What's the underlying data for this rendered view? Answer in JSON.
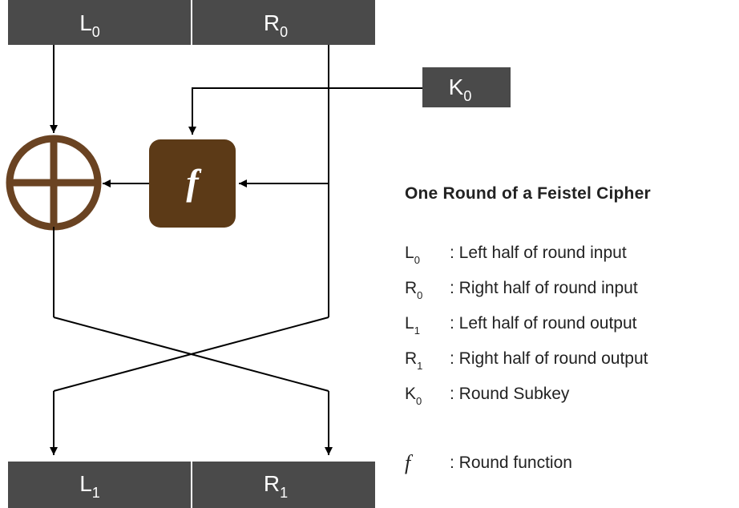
{
  "boxes": {
    "l0": {
      "base": "L",
      "sub": "0"
    },
    "r0": {
      "base": "R",
      "sub": "0"
    },
    "k0": {
      "base": "K",
      "sub": "0"
    },
    "l1": {
      "base": "L",
      "sub": "1"
    },
    "r1": {
      "base": "R",
      "sub": "1"
    },
    "f": "f"
  },
  "title": "One Round of a Feistel Cipher",
  "legend": [
    {
      "base": "L",
      "sub": "0",
      "desc": ": Left half of round input"
    },
    {
      "base": "R",
      "sub": "0",
      "desc": ": Right half of round input"
    },
    {
      "base": "L",
      "sub": "1",
      "desc": ": Left half of round output"
    },
    {
      "base": "R",
      "sub": "1",
      "desc": ": Right half of round output"
    },
    {
      "base": "K",
      "sub": "0",
      "desc": ": Round Subkey"
    },
    {
      "base": "f",
      "sub": "",
      "desc": ": Round function"
    }
  ],
  "colors": {
    "box": "#4a4a4a",
    "box_text": "#ffffff",
    "function_box": "#5c3a17",
    "xor_ring": "#6a4322",
    "line": "#000000"
  }
}
